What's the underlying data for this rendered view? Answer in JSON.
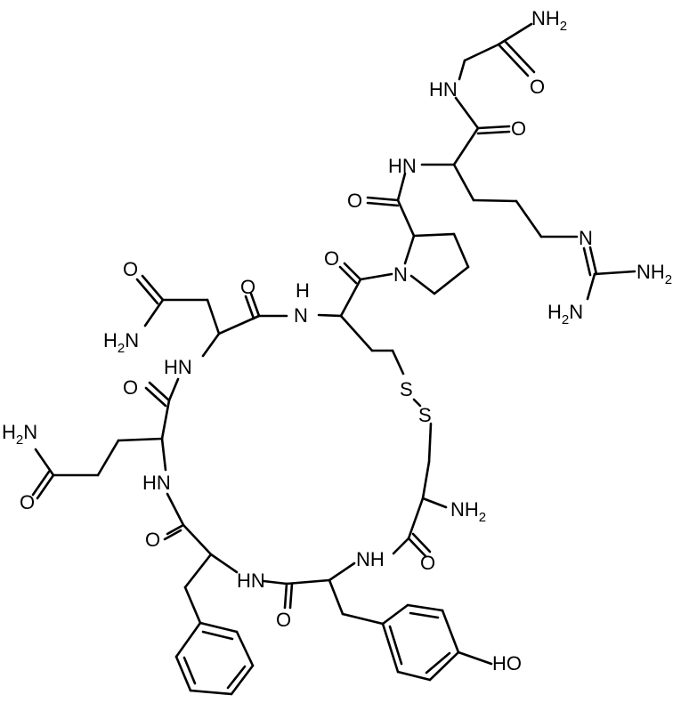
{
  "molecule": {
    "atom_labels": {
      "nh2_top": "NH",
      "nh2_top_sub": "2",
      "o_gly": "O",
      "nh_gly": "HN",
      "o_arg": "O",
      "nh_arg": "HN",
      "o_pro": "O",
      "n_guan": "N",
      "nh2_guan_right": "NH",
      "nh2_guan_right_sub": "2",
      "nh2_guan_left_prefix": "H",
      "nh2_guan_left_sub": "2",
      "nh2_guan_left_suffix": "N",
      "o_cys_co": "O",
      "n_pro": "N",
      "o_asn_side": "O",
      "o_asn_bb": "O",
      "nh_cys_h": "H",
      "nh_cys_n": "N",
      "nh2_asn_prefix": "H",
      "nh2_asn_sub": "2",
      "nh2_asn_suffix": "N",
      "hn_asn": "HN",
      "o_gln_bb": "O",
      "s1": "S",
      "s2": "S",
      "nh2_gln_prefix": "H",
      "nh2_gln_sub": "2",
      "nh2_gln_suffix": "N",
      "hn_gln": "HN",
      "o_gln_side": "O",
      "nh2_cys1": "NH",
      "nh2_cys1_sub": "2",
      "o_phe": "O",
      "nh_tyr": "NH",
      "o_cys1": "O",
      "hn_phe": "HN",
      "o_tyr": "O",
      "oh": "HO"
    }
  }
}
